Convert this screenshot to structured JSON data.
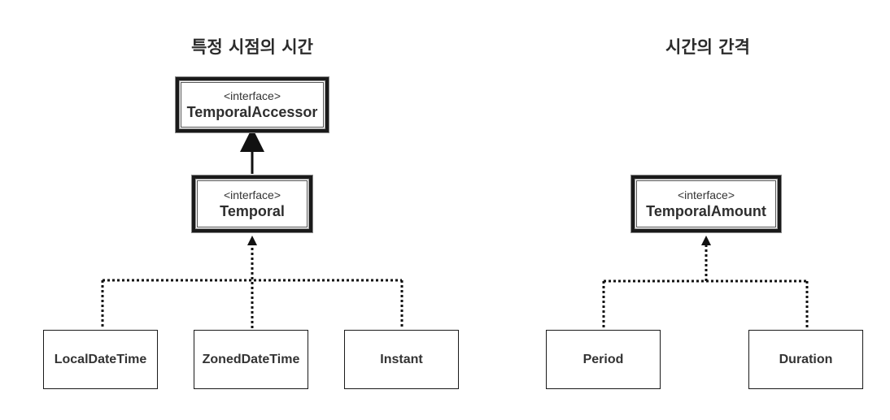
{
  "left": {
    "title": "특정 시점의 시간",
    "accessor": {
      "stereotype": "<interface>",
      "name": "TemporalAccessor"
    },
    "temporal": {
      "stereotype": "<interface>",
      "name": "Temporal"
    },
    "classes": [
      "LocalDateTime",
      "ZonedDateTime",
      "Instant"
    ]
  },
  "right": {
    "title": "시간의 간격",
    "amount": {
      "stereotype": "<interface>",
      "name": "TemporalAmount"
    },
    "classes": [
      "Period",
      "Duration"
    ]
  }
}
